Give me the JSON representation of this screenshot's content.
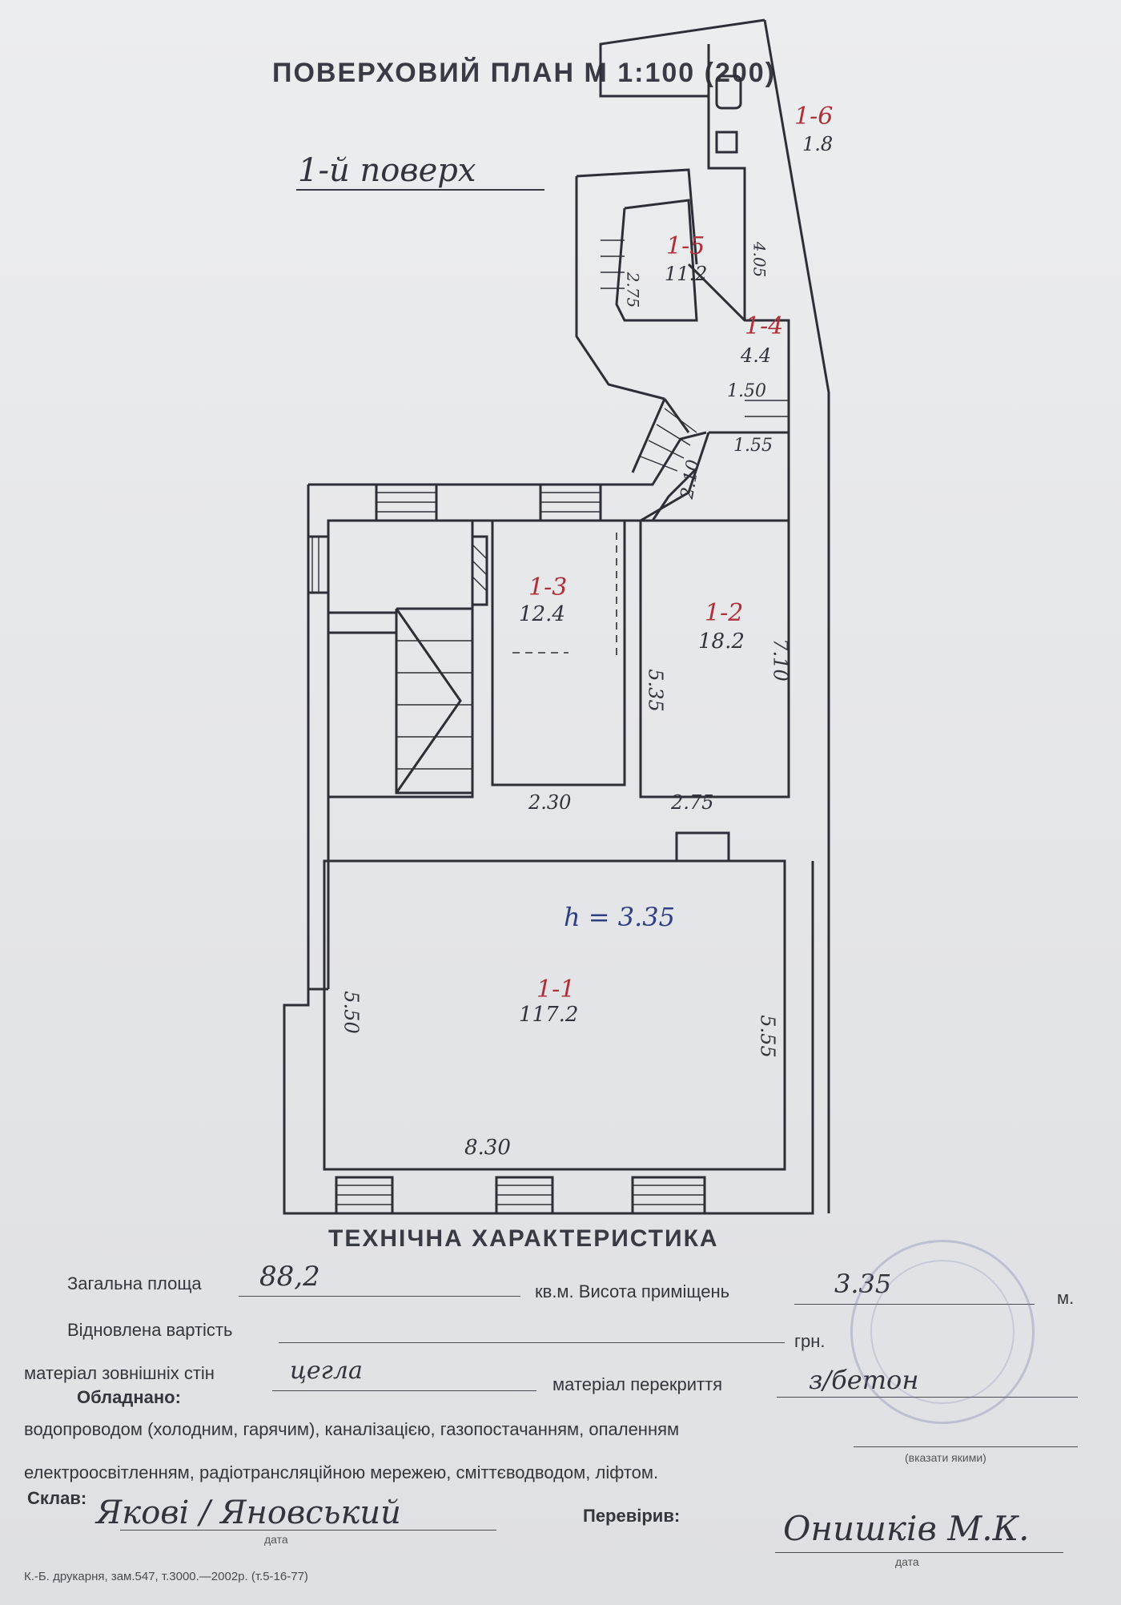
{
  "plan": {
    "title": "ПОВЕРХОВИЙ ПЛАН М 1:100 (200)",
    "floor_label": "1-й поверх",
    "ceiling_height_note": "h = 3.35",
    "rooms": [
      {
        "id": "1-1",
        "area": "117.2"
      },
      {
        "id": "1-2",
        "area": "18.2"
      },
      {
        "id": "1-3",
        "area": "12.4"
      },
      {
        "id": "1-4",
        "area": "4.4"
      },
      {
        "id": "1-5",
        "area": "11.2"
      },
      {
        "id": "1-6",
        "area": "1.8"
      }
    ],
    "dimensions": {
      "d_830": "8.30",
      "d_550a": "5.50",
      "d_555": "5.55",
      "d_230": "2.30",
      "d_275": "2.75",
      "d_535": "5.35",
      "d_710": "7.10",
      "d_210": "2.10",
      "d_155": "1.55",
      "d_150": "1.50",
      "d_275b": "2.75",
      "d_405": "4.05"
    }
  },
  "tech": {
    "heading": "ТЕХНІЧНА ХАРАКТЕРИСТИКА",
    "total_area_label": "Загальна площа",
    "total_area_value": "88,2",
    "sq_m_label": "кв.м. Висота приміщень",
    "height_value": "3.35",
    "m_label": "м.",
    "restored_value_label": "Відновлена вартість",
    "restored_value": "",
    "uah_label": "грн.",
    "walls_label": "матеріал зовнішніх стін",
    "walls_value": "цегла",
    "floors_label": "матеріал перекриття",
    "floors_value": "з/бетон",
    "equipped_label": "Обладнано:",
    "equip_line1": "водопроводом (холодним, гарячим), каналізацією, газопостачанням, опаленням",
    "equip_hint": "(вказати якими)",
    "equip_line2": "електроосвітленням, радіотрансляційною мережею, сміттєводводом, ліфтом.",
    "composed_label": "Склав:",
    "composed_signature": "Якові / Яновський",
    "date_label_1": "дата",
    "checked_label": "Перевірив:",
    "checked_signature": "Онишків М.К.",
    "date_label_2": "дата",
    "printer_note": "К.-Б. друкарня, зам.547, т.3000.—2002р. (т.5-16-77)"
  }
}
